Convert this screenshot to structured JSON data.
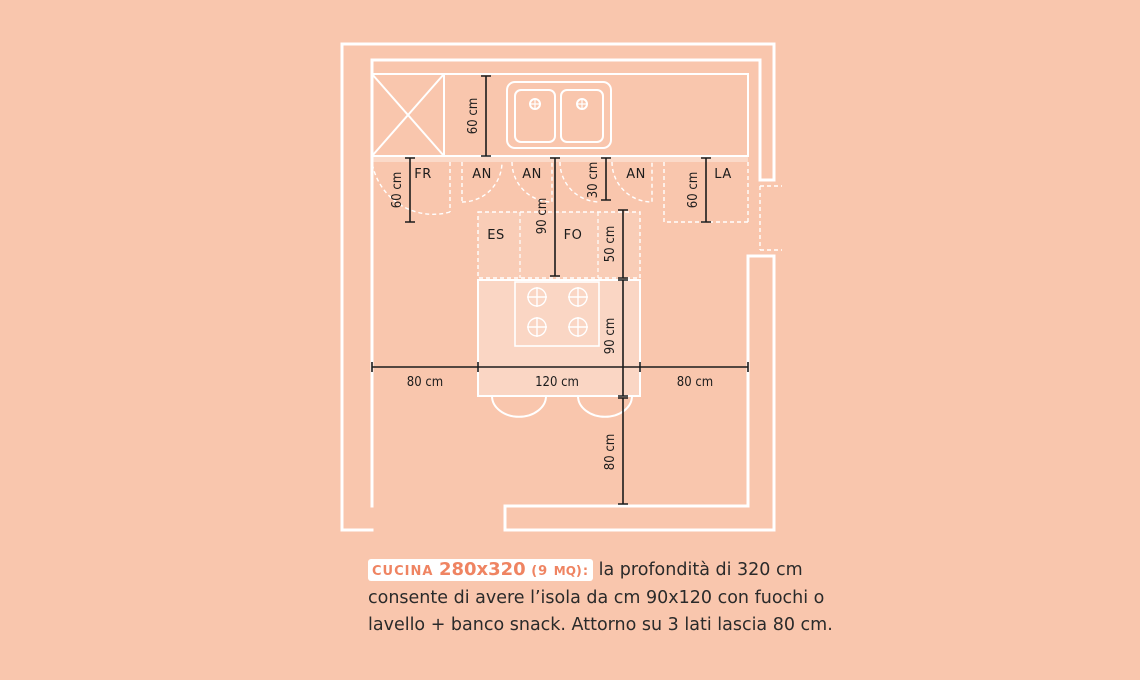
{
  "plan": {
    "labels": {
      "fridge": "FR",
      "wall_unit_1": "AN",
      "wall_unit_2": "AN",
      "wall_unit_3": "AN",
      "dishwasher": "LA",
      "island_left": "ES",
      "island_oven": "FO"
    },
    "dimensions": {
      "counter_depth": "60 cm",
      "fridge_door": "60 cm",
      "dishwasher_door": "60 cm",
      "wall_cabinet_gap": "30 cm",
      "aisle_top": "90 cm",
      "island_depth_top": "50 cm",
      "island_depth": "90 cm",
      "aisle_left": "80 cm",
      "island_width": "120 cm",
      "aisle_right": "80 cm",
      "aisle_bottom": "80 cm"
    }
  },
  "caption": {
    "tag_small_1": "CUCINA ",
    "tag_big": "280x320",
    "tag_small_2": " (9 ",
    "tag_sub": "MQ",
    "tag_small_3": "):",
    "text": " la profondità di 320 cm consente di avere l’isola da cm 90x120 con fuochi o lavello + banco snack. Attorno su 3 lati lascia 80 cm."
  },
  "colors": {
    "background": "#f9c6ad",
    "line": "#ffffff",
    "dimension": "#1c1c1c",
    "accent": "#ef8462"
  }
}
